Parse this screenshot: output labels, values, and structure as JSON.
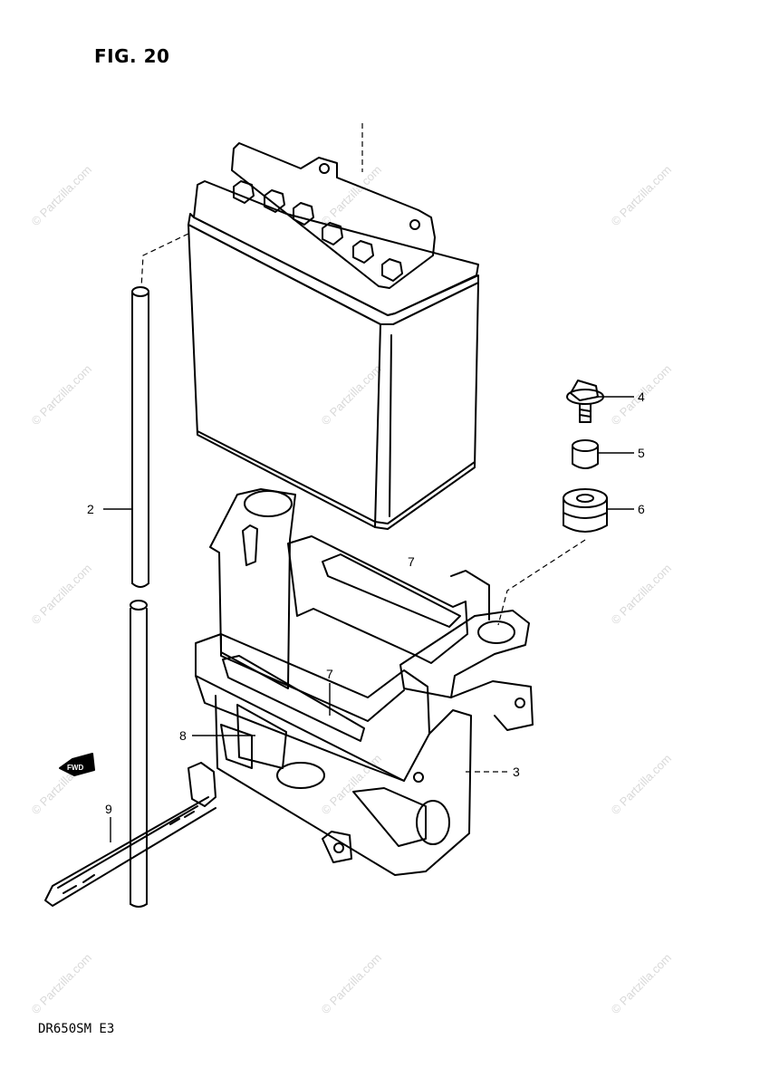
{
  "figure": {
    "title": "FIG. 20",
    "model_code": "DR650SM E3"
  },
  "callouts": {
    "c2": "2",
    "c3": "3",
    "c4": "4",
    "c5": "5",
    "c6": "6",
    "c7a": "7",
    "c7b": "7",
    "c8": "8",
    "c9": "9"
  },
  "front_arrow": "FWD",
  "watermark": "© Partzilla.com"
}
